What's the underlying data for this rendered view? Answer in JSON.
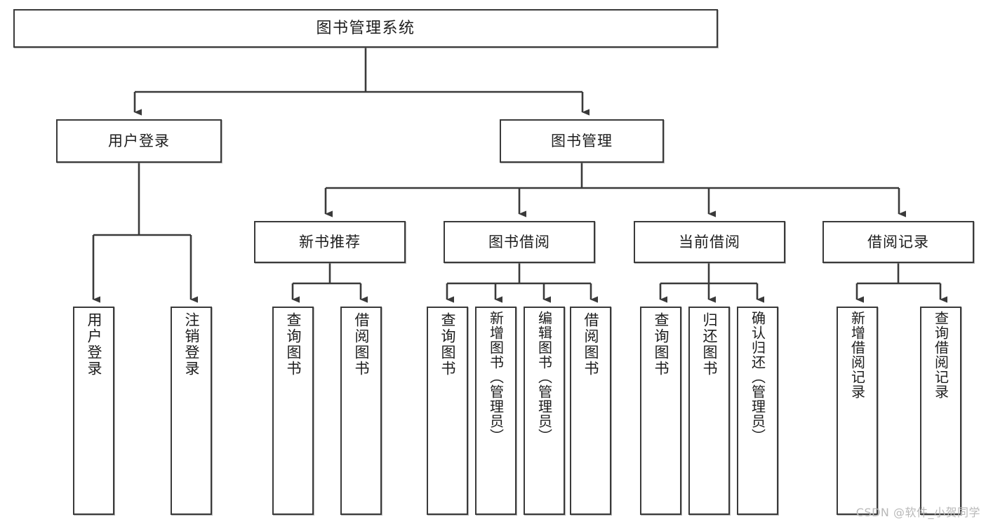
{
  "diagram": {
    "title": "图书管理系统",
    "type": "tree",
    "style": {
      "box_border_color": "#3a3a3a",
      "box_fill_color": "#ffffff",
      "connector_color": "#3a3a3a",
      "text_color": "#1d1d1d",
      "background": "#ffffff"
    },
    "root": {
      "label": "图书管理系统"
    },
    "level2": [
      {
        "label": "用户登录"
      },
      {
        "label": "图书管理"
      }
    ],
    "level3": [
      {
        "label": "新书推荐"
      },
      {
        "label": "图书借阅"
      },
      {
        "label": "当前借阅"
      },
      {
        "label": "借阅记录"
      }
    ],
    "leaves": {
      "user_login": [
        {
          "label": "用户登录"
        },
        {
          "label": "注销登录"
        }
      ],
      "new_book_recommend": [
        {
          "label": "查询图书"
        },
        {
          "label": "借阅图书"
        }
      ],
      "book_borrow": [
        {
          "label": "查询图书"
        },
        {
          "label": "新增图书（管理员）"
        },
        {
          "label": "编辑图书（管理员）"
        },
        {
          "label": "借阅图书"
        }
      ],
      "current_borrow": [
        {
          "label": "查询图书"
        },
        {
          "label": "归还图书"
        },
        {
          "label": "确认归还（管理员）"
        }
      ],
      "borrow_record": [
        {
          "label": "新增借阅记录"
        },
        {
          "label": "查询借阅记录"
        }
      ]
    }
  },
  "watermark": {
    "text": "CSDN @软件_小贺同学"
  }
}
